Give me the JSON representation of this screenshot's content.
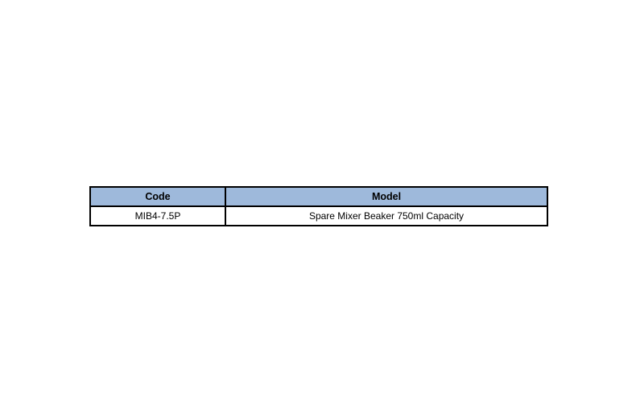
{
  "table": {
    "columns": [
      {
        "label": "Code"
      },
      {
        "label": "Model"
      }
    ],
    "rows": [
      {
        "code": "MIB4-7.5P",
        "model": "Spare Mixer Beaker 750ml Capacity"
      }
    ],
    "colors": {
      "header_bg": "#9EB9DB",
      "border": "#000000",
      "text": "#000000",
      "page_bg": "#FFFFFF"
    }
  }
}
